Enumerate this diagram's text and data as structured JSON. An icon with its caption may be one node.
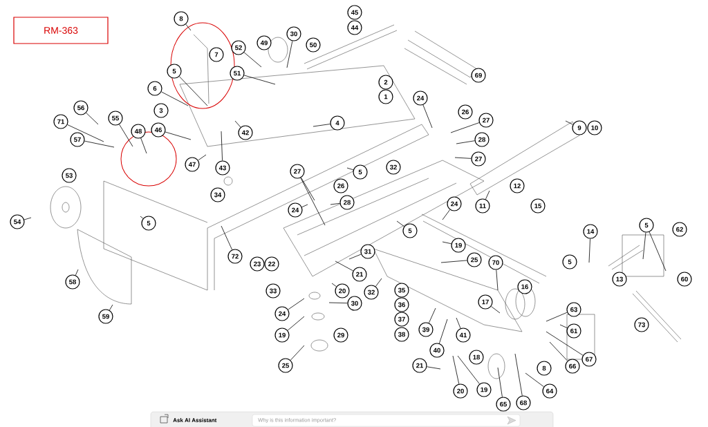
{
  "diagram": {
    "nodes": [
      {
        "text": [
          "RM-363"
        ]
      },
      {
        "text": [
          "8"
        ]
      },
      {
        "text": [
          "7"
        ]
      },
      {
        "text": [
          "5"
        ]
      },
      {
        "text": [
          "6"
        ]
      },
      {
        "text": [
          "3"
        ]
      },
      {
        "text": [
          "52"
        ]
      },
      {
        "text": [
          "49"
        ]
      },
      {
        "text": [
          "30"
        ]
      },
      {
        "text": [
          "50"
        ]
      },
      {
        "text": [
          "51"
        ]
      },
      {
        "text": [
          "45"
        ]
      },
      {
        "text": [
          "44"
        ]
      },
      {
        "text": [
          "2"
        ]
      },
      {
        "text": [
          "1"
        ]
      },
      {
        "text": [
          "69"
        ]
      },
      {
        "text": [
          "42"
        ]
      },
      {
        "text": [
          "4"
        ]
      },
      {
        "text": [
          "56"
        ]
      },
      {
        "text": [
          "55"
        ]
      },
      {
        "text": [
          "71"
        ]
      },
      {
        "text": [
          "57"
        ]
      },
      {
        "text": [
          "48"
        ]
      },
      {
        "text": [
          "46"
        ]
      },
      {
        "text": [
          "47"
        ]
      },
      {
        "text": [
          "43"
        ]
      },
      {
        "text": [
          "24"
        ]
      },
      {
        "text": [
          "26"
        ]
      },
      {
        "text": [
          "27"
        ]
      },
      {
        "text": [
          "28"
        ]
      },
      {
        "text": [
          "27"
        ]
      },
      {
        "text": [
          "9"
        ]
      },
      {
        "text": [
          "10"
        ]
      },
      {
        "text": [
          "53"
        ]
      },
      {
        "text": [
          "34"
        ]
      },
      {
        "text": [
          "27"
        ]
      },
      {
        "text": [
          "26"
        ]
      },
      {
        "text": [
          "5"
        ]
      },
      {
        "text": [
          "32"
        ]
      },
      {
        "text": [
          "28"
        ]
      },
      {
        "text": [
          "24"
        ]
      },
      {
        "text": [
          "24"
        ]
      },
      {
        "text": [
          "12"
        ]
      },
      {
        "text": [
          "11"
        ]
      },
      {
        "text": [
          "15"
        ]
      },
      {
        "text": [
          "54"
        ]
      },
      {
        "text": [
          "5"
        ]
      },
      {
        "text": [
          "5"
        ]
      },
      {
        "text": [
          "14"
        ]
      },
      {
        "text": [
          "5"
        ]
      },
      {
        "text": [
          "62"
        ]
      },
      {
        "text": [
          "19"
        ]
      },
      {
        "text": [
          "31"
        ]
      },
      {
        "text": [
          "72"
        ]
      },
      {
        "text": [
          "23"
        ]
      },
      {
        "text": [
          "22"
        ]
      },
      {
        "text": [
          "25"
        ]
      },
      {
        "text": [
          "70"
        ]
      },
      {
        "text": [
          "5"
        ]
      },
      {
        "text": [
          "21"
        ]
      },
      {
        "text": [
          "13"
        ]
      },
      {
        "text": [
          "60"
        ]
      },
      {
        "text": [
          "58"
        ]
      },
      {
        "text": [
          "16"
        ]
      },
      {
        "text": [
          "35"
        ]
      },
      {
        "text": [
          "33"
        ]
      },
      {
        "text": [
          "20"
        ]
      },
      {
        "text": [
          "32"
        ]
      },
      {
        "text": [
          "17"
        ]
      },
      {
        "text": [
          "30"
        ]
      },
      {
        "text": [
          "36"
        ]
      },
      {
        "text": [
          "63"
        ]
      },
      {
        "text": [
          "24"
        ]
      },
      {
        "text": [
          "59"
        ]
      },
      {
        "text": [
          "37"
        ]
      },
      {
        "text": [
          "73"
        ]
      },
      {
        "text": [
          "39"
        ]
      },
      {
        "text": [
          "61"
        ]
      },
      {
        "text": [
          "38"
        ]
      },
      {
        "text": [
          "19"
        ]
      },
      {
        "text": [
          "29"
        ]
      },
      {
        "text": [
          "41"
        ]
      },
      {
        "text": [
          "40"
        ]
      },
      {
        "text": [
          "18"
        ]
      },
      {
        "text": [
          "67"
        ]
      },
      {
        "text": [
          "25"
        ]
      },
      {
        "text": [
          "21"
        ]
      },
      {
        "text": [
          "66"
        ]
      },
      {
        "text": [
          "8"
        ]
      },
      {
        "text": [
          "20"
        ]
      },
      {
        "text": [
          "19"
        ]
      },
      {
        "text": [
          "64"
        ]
      },
      {
        "text": [
          "68"
        ]
      },
      {
        "text": [
          "65"
        ]
      }
    ],
    "edges": [
      {
        "from": 1,
        "to": null,
        "arrow": "none"
      },
      {
        "from": 3,
        "to": null,
        "arrow": "none"
      },
      {
        "from": 4,
        "to": null,
        "arrow": "none"
      },
      {
        "from": 6,
        "to": null,
        "arrow": "none"
      },
      {
        "from": 8,
        "to": null,
        "arrow": "none"
      },
      {
        "from": 10,
        "to": null,
        "arrow": "none"
      },
      {
        "from": 16,
        "to": null,
        "arrow": "none"
      },
      {
        "from": 17,
        "to": null,
        "arrow": "none"
      },
      {
        "from": 18,
        "to": null,
        "arrow": "none"
      },
      {
        "from": 19,
        "to": null,
        "arrow": "none"
      },
      {
        "from": 20,
        "to": null,
        "arrow": "none"
      },
      {
        "from": 21,
        "to": null,
        "arrow": "none"
      },
      {
        "from": 22,
        "to": null,
        "arrow": "none"
      },
      {
        "from": 23,
        "to": null,
        "arrow": "none"
      },
      {
        "from": 24,
        "to": null,
        "arrow": "none"
      },
      {
        "from": 25,
        "to": null,
        "arrow": "none"
      },
      {
        "from": 26,
        "to": null,
        "arrow": "none"
      },
      {
        "from": 28,
        "to": null,
        "arrow": "none"
      },
      {
        "from": 29,
        "to": null,
        "arrow": "none"
      },
      {
        "from": 30,
        "to": null,
        "arrow": "none"
      },
      {
        "from": 31,
        "to": null,
        "arrow": "none"
      },
      {
        "from": 35,
        "to": null,
        "arrow": "none"
      },
      {
        "from": 35,
        "to": null,
        "arrow": "none"
      },
      {
        "from": 37,
        "to": null,
        "arrow": "none"
      },
      {
        "from": 39,
        "to": null,
        "arrow": "none"
      },
      {
        "from": 40,
        "to": null,
        "arrow": "none"
      },
      {
        "from": 41,
        "to": null,
        "arrow": "none"
      },
      {
        "from": 43,
        "to": null,
        "arrow": "none"
      },
      {
        "from": 45,
        "to": null,
        "arrow": "none"
      },
      {
        "from": 46,
        "to": null,
        "arrow": "none"
      },
      {
        "from": 47,
        "to": null,
        "arrow": "none"
      },
      {
        "from": 48,
        "to": null,
        "arrow": "none"
      },
      {
        "from": 49,
        "to": null,
        "arrow": "none"
      },
      {
        "from": 49,
        "to": null,
        "arrow": "none"
      },
      {
        "from": 51,
        "to": null,
        "arrow": "none"
      },
      {
        "from": 52,
        "to": null,
        "arrow": "none"
      },
      {
        "from": 53,
        "to": null,
        "arrow": "none"
      },
      {
        "from": 56,
        "to": null,
        "arrow": "none"
      },
      {
        "from": 57,
        "to": null,
        "arrow": "none"
      },
      {
        "from": 59,
        "to": null,
        "arrow": "none"
      },
      {
        "from": 62,
        "to": null,
        "arrow": "none"
      },
      {
        "from": 66,
        "to": null,
        "arrow": "none"
      },
      {
        "from": 67,
        "to": null,
        "arrow": "none"
      },
      {
        "from": 68,
        "to": null,
        "arrow": "none"
      },
      {
        "from": 69,
        "to": null,
        "arrow": "none"
      },
      {
        "from": 71,
        "to": null,
        "arrow": "none"
      },
      {
        "from": 72,
        "to": null,
        "arrow": "none"
      },
      {
        "from": 73,
        "to": null,
        "arrow": "none"
      },
      {
        "from": 76,
        "to": null,
        "arrow": "none"
      },
      {
        "from": 77,
        "to": null,
        "arrow": "none"
      },
      {
        "from": 79,
        "to": null,
        "arrow": "none"
      },
      {
        "from": 81,
        "to": null,
        "arrow": "none"
      },
      {
        "from": 82,
        "to": null,
        "arrow": "none"
      },
      {
        "from": 84,
        "to": null,
        "arrow": "none"
      },
      {
        "from": 85,
        "to": null,
        "arrow": "none"
      },
      {
        "from": 86,
        "to": null,
        "arrow": "none"
      },
      {
        "from": 87,
        "to": null,
        "arrow": "none"
      },
      {
        "from": 89,
        "to": null,
        "arrow": "none"
      },
      {
        "from": 90,
        "to": null,
        "arrow": "none"
      },
      {
        "from": 91,
        "to": null,
        "arrow": "none"
      },
      {
        "from": 92,
        "to": null,
        "arrow": "none"
      },
      {
        "from": 93,
        "to": null,
        "arrow": "none"
      }
    ],
    "labels": [
      "Ask AI Assistant",
      "Why is this information important?"
    ]
  }
}
